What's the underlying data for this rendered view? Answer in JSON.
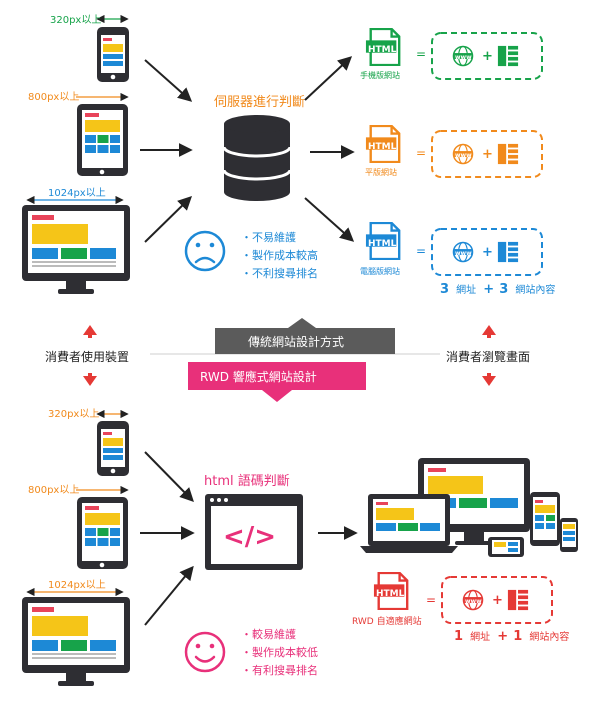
{
  "top": {
    "devices": [
      {
        "size": "320px以上"
      },
      {
        "size": "800px以上"
      },
      {
        "size": "1024px以上"
      }
    ],
    "server_label": "伺服器進行判斷",
    "sites": [
      {
        "label": "手機版網站",
        "color": "#17a34a"
      },
      {
        "label": "平版網站",
        "color": "#f18a1c"
      },
      {
        "label": "電腦版網站",
        "color": "#1d89d6"
      }
    ],
    "html_badge": "HTML",
    "www": "www",
    "eq": "=",
    "plus": "+",
    "cons": [
      "不易維護",
      "製作成本較高",
      "不利搜尋排名"
    ],
    "summary": {
      "n1": "3",
      "t1": "網址",
      "plus": "+",
      "n2": "3",
      "t2": "網站內容"
    }
  },
  "middle": {
    "left_label": "消費者使用裝置",
    "right_label": "消費者瀏覽畫面",
    "traditional": "傳統網站設計方式",
    "rwd": "RWD 響應式網站設計"
  },
  "bottom": {
    "devices": [
      {
        "size": "320px以上"
      },
      {
        "size": "800px以上"
      },
      {
        "size": "1024px以上"
      }
    ],
    "html_label": "html 語碼判斷",
    "code_symbol": "</>",
    "site_label": "RWD 自適應網站",
    "pros": [
      "較易維護",
      "製作成本較低",
      "有利搜尋排名"
    ],
    "summary": {
      "n1": "1",
      "t1": "網址",
      "plus": "+",
      "n2": "1",
      "t2": "網站內容"
    }
  },
  "colors": {
    "green": "#17a34a",
    "orange": "#f18a1c",
    "blue": "#1d89d6",
    "pink": "#e8307a",
    "dark": "#2e2e33",
    "gray_banner": "#5b5b5b"
  }
}
